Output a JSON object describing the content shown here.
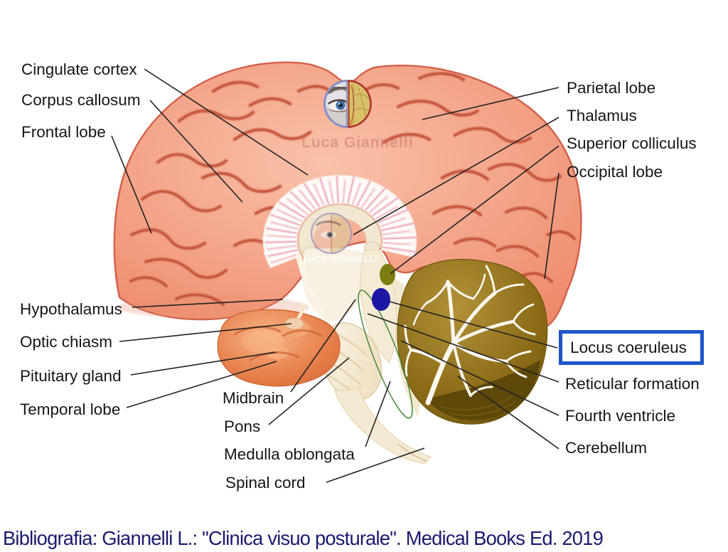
{
  "labels": {
    "cingulate_cortex": "Cingulate cortex",
    "corpus_callosum": "Corpus callosum",
    "frontal_lobe": "Frontal lobe",
    "hypothalamus": "Hypothalamus",
    "optic_chiasm": "Optic chiasm",
    "pituitary_gland": "Pituitary gland",
    "temporal_lobe": "Temporal lobe",
    "midbrain": "Midbrain",
    "pons": "Pons",
    "medulla_oblongata": "Medulla oblongata",
    "spinal_cord": "Spinal cord",
    "parietal_lobe": "Parietal lobe",
    "thalamus": "Thalamus",
    "superior_colliculus": "Superior colliculus",
    "occipital_lobe": "Occipital lobe",
    "locus_coeruleus": "Locus coeruleus",
    "reticular_formation": "Reticular formation",
    "fourth_ventricle": "Fourth ventricle",
    "cerebellum": "Cerebellum"
  },
  "highlight": {
    "box_border_color": "#1d55c8"
  },
  "watermarks": {
    "top": "Luca Giannelli",
    "middle": "LUCA GIANNELLI"
  },
  "bibliography": "Bibliografia: Giannelli L.: \"Clinica visuo posturale\". Medical Books Ed. 2019",
  "colors": {
    "cortex": "#f4a488",
    "cortex_light": "#f9c2aa",
    "sulci": "#c44e34",
    "brainstem_cream": "#f6edd9",
    "temporal_lobe": "#e8824e",
    "cerebellum": "#8a6a16",
    "cerebellum_dark": "#594509",
    "locus_dot": "#1c17a5",
    "colliculus_dot": "#7c7c10",
    "reticular_outline": "#4a8a3c",
    "label_text": "#161616",
    "bibliography_text": "#1a1a70",
    "eye_border_left": "#8890c8",
    "eye_border_right": "#a83028"
  }
}
